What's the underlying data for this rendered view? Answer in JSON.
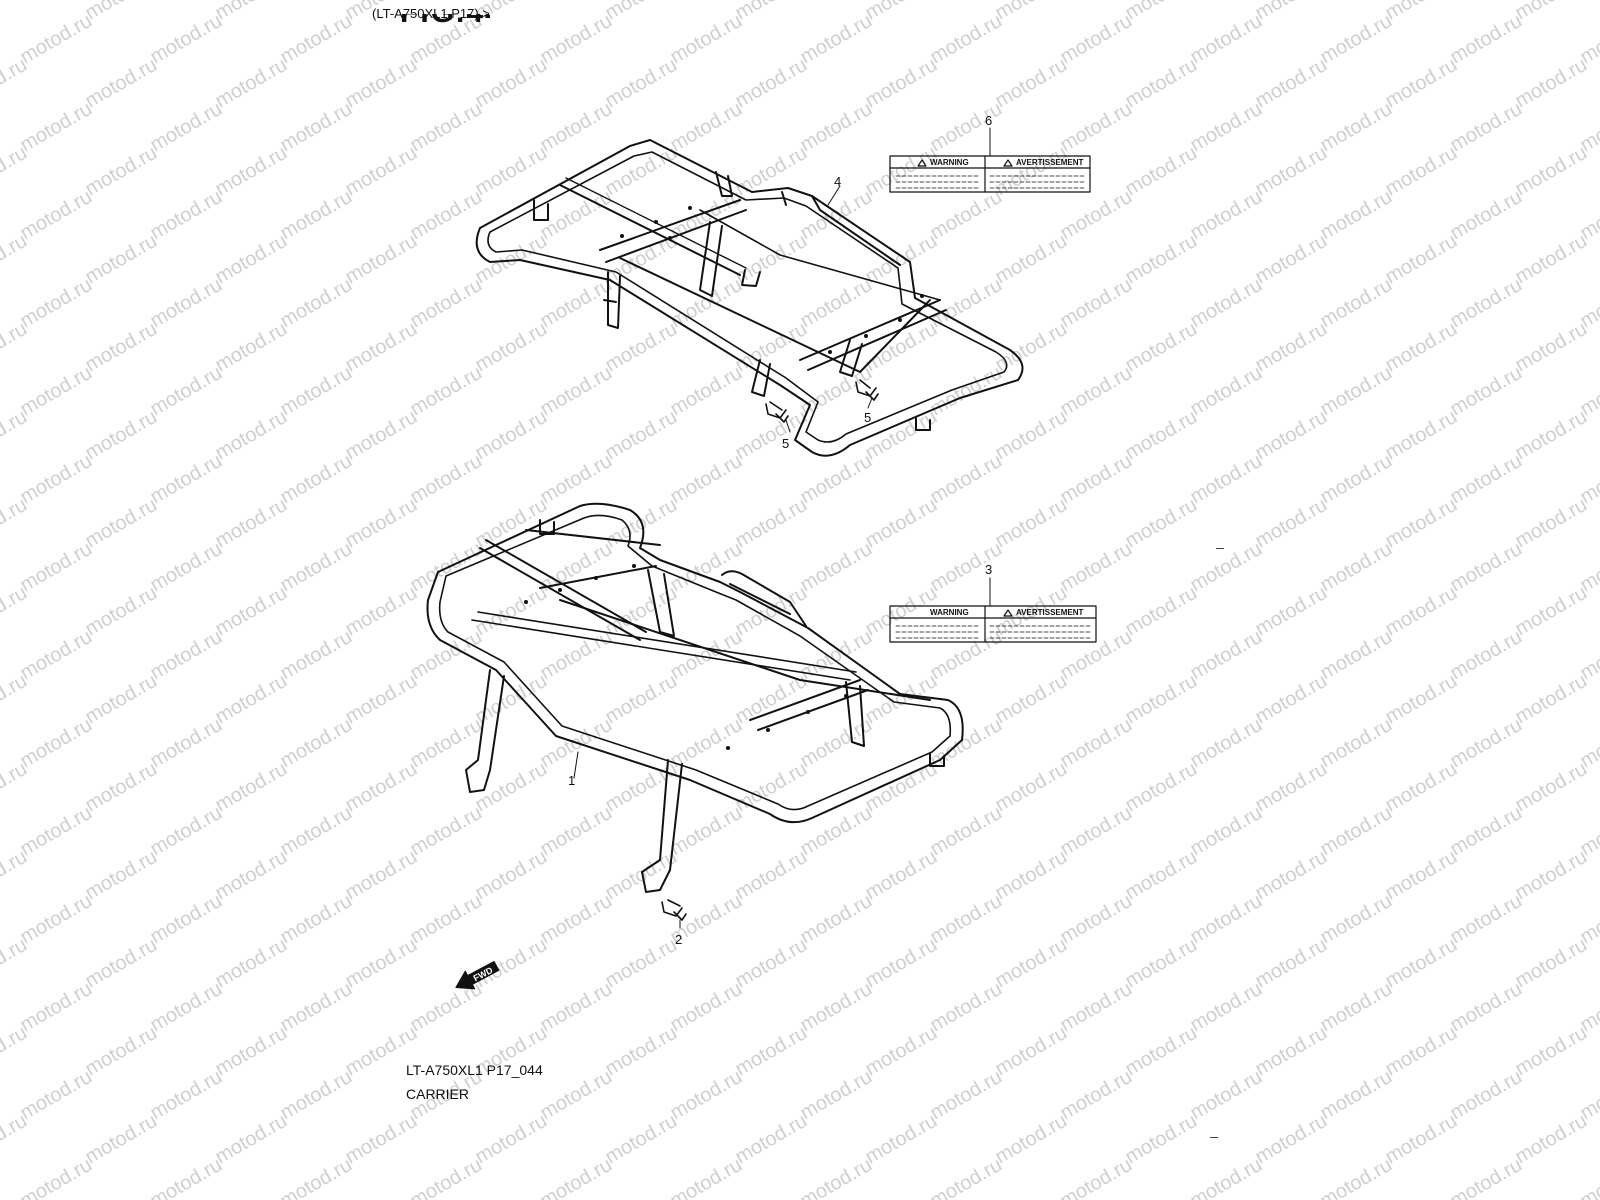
{
  "header": {
    "reference": "(LT-A750XL1 P17) >",
    "fig_title": "FIG.44"
  },
  "footer": {
    "code": "LT-A750XL1 P17_044",
    "title": "CARRIER"
  },
  "callouts": {
    "p1": "1",
    "p2": "2",
    "p3": "3",
    "p4": "4",
    "p5a": "5",
    "p5b": "5",
    "p6": "6"
  },
  "labels": {
    "warning": "WARNING",
    "avertissement": "AVERTISSEMENT"
  },
  "fwd_arrow": {
    "text": "FWD",
    "icon": "fwd-arrow-icon"
  },
  "watermark": {
    "text": "motod.ru",
    "color": "#cfcfcf"
  },
  "colors": {
    "line": "#111111",
    "background": "#ffffff"
  }
}
